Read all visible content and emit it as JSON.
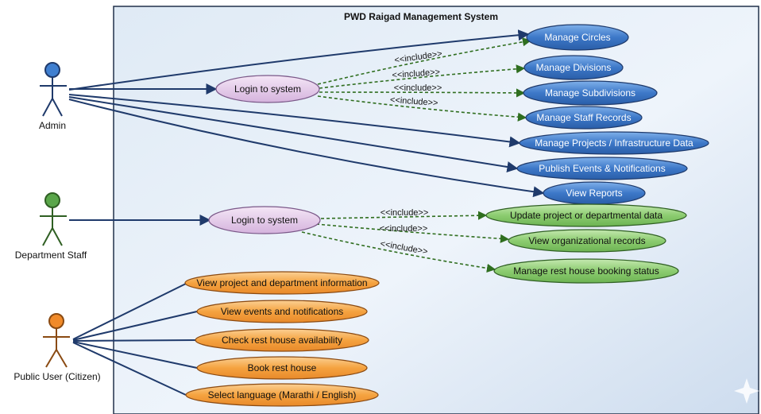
{
  "system": {
    "title": "PWD Raigad Management System"
  },
  "actors": {
    "admin": "Admin",
    "staff": "Department Staff",
    "public": "Public User (Citizen)"
  },
  "colors": {
    "admin_actor": "#3f7fd0",
    "staff_actor": "#5aa64a",
    "public_actor": "#f08a2a",
    "admin_usecase": "#3d78c8",
    "staff_usecase": "#8ccc70",
    "public_usecase": "#f5a340",
    "login_usecase": "#e2c6e8",
    "association_line": "#1f3a6b",
    "include_line": "#2f6e1f"
  },
  "include_label": "<<include>>",
  "usecases": {
    "admin_login": "Login to system",
    "manage_circles": "Manage Circles",
    "manage_divisions": "Manage Divisions",
    "manage_subdivisions": "Manage Subdivisions",
    "manage_staff_records": "Manage Staff Records",
    "manage_projects": "Manage Projects / Infrastructure Data",
    "publish_events": "Publish Events & Notifications",
    "view_reports": "View Reports",
    "staff_login": "Login to system",
    "update_project": "Update project or departmental data",
    "view_org_records": "View organizational records",
    "manage_rest_house": "Manage rest house booking status",
    "view_project_info": "View project and department information",
    "view_events": "View events and notifications",
    "check_rest_house": "Check rest house availability",
    "book_rest_house": "Book rest house",
    "select_language": "Select language (Marathi / English)"
  }
}
